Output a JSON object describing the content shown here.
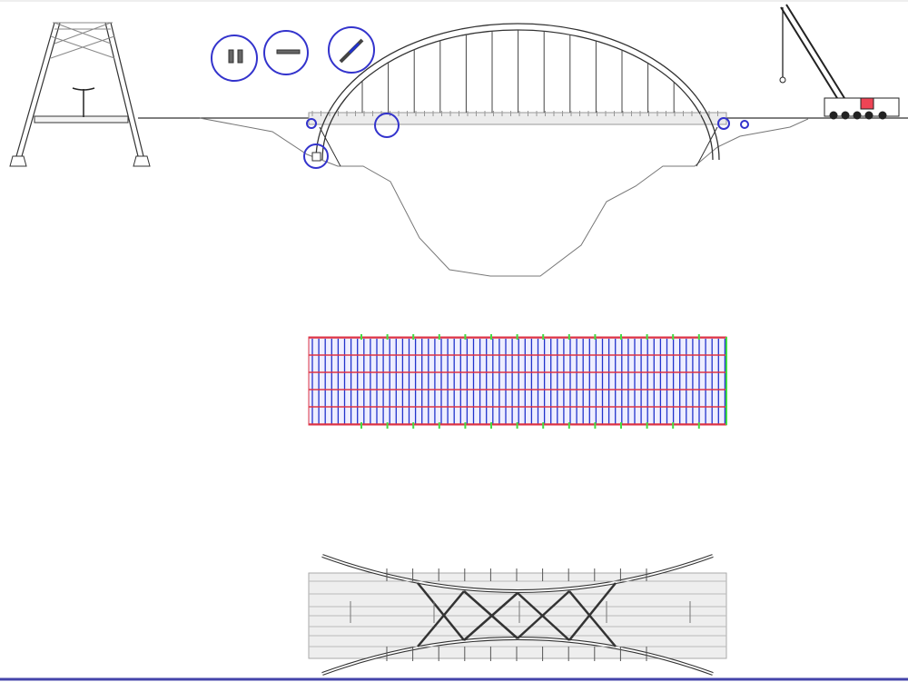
{
  "colors": {
    "background": "#ffffff",
    "line": "#222222",
    "terrain": "#777777",
    "detail_circle": "#3333cc",
    "plan_red": "#dd3344",
    "plan_blue": "#2233cc",
    "plan_green": "#44dd44",
    "plan_fill": "#eeeeff",
    "deck_gray": "#bbbbbb",
    "crane_cab": "#ee4455",
    "frame_border": "#4444aa"
  },
  "icons": [
    "bridge-cross-section-drawing",
    "street-lamp-icon",
    "detail-callout-circle",
    "crane-icon",
    "arch-bridge-elevation",
    "deck-framing-plan",
    "arch-bracing-plan"
  ]
}
